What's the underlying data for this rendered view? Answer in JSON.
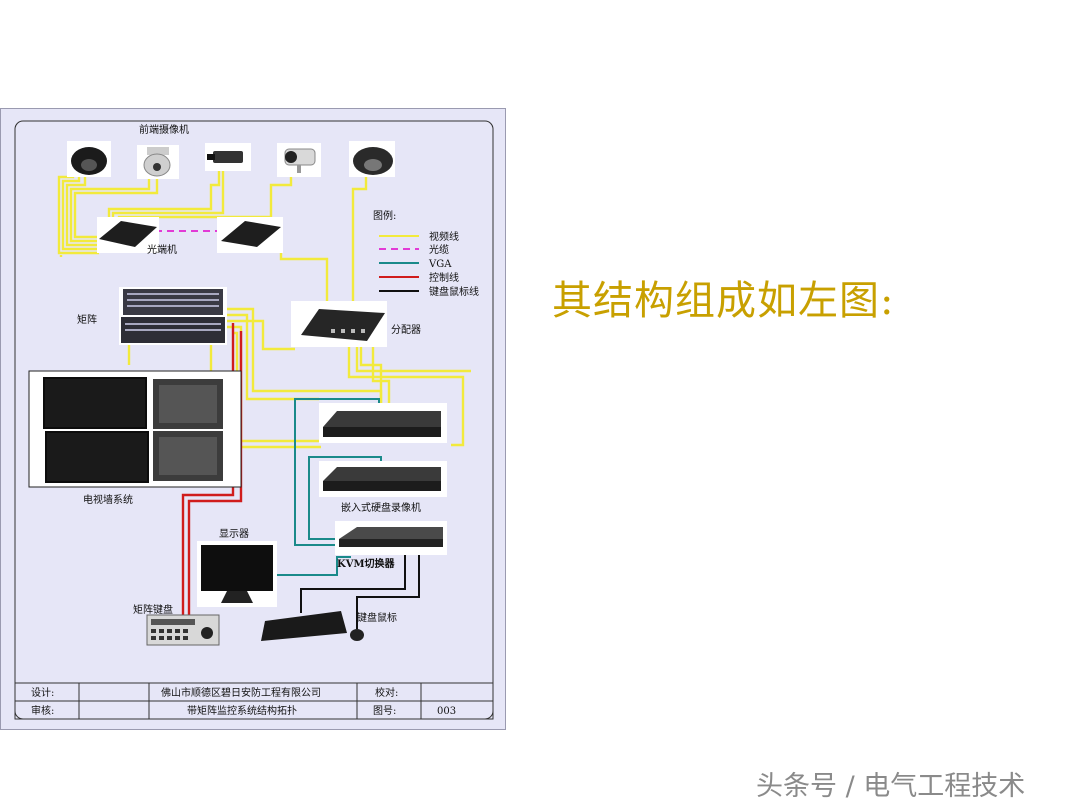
{
  "diagram": {
    "labels": {
      "front_cameras": "前端摄像机",
      "optical_transceiver": "光端机",
      "matrix": "矩阵",
      "distributor": "分配器",
      "tv_wall": "电视墙系统",
      "dvr": "嵌入式硬盘录像机",
      "monitor": "显示器",
      "kvm": "KVM切换器",
      "matrix_keyboard": "矩阵键盘",
      "keyboard_mouse": "键盘鼠标"
    },
    "legend": {
      "title": "图例:",
      "items": [
        {
          "label": "视频线",
          "color": "#f2ea3c",
          "style": "solid"
        },
        {
          "label": "光缆",
          "color": "#e23ad6",
          "style": "dashed"
        },
        {
          "label": "VGA",
          "color": "#1a8a8a",
          "style": "solid"
        },
        {
          "label": "控制线",
          "color": "#d01c1c",
          "style": "solid"
        },
        {
          "label": "键盘鼠标线",
          "color": "#111111",
          "style": "solid"
        }
      ]
    },
    "title_block": {
      "design_label": "设计:",
      "company": "佛山市顺德区碧日安防工程有限公司",
      "check_label": "校对:",
      "review_label": "审核:",
      "drawing_title": "带矩阵监控系统结构拓扑",
      "drawing_no_label": "图号:",
      "drawing_no": "003"
    }
  },
  "caption": "其结构组成如左图:",
  "watermark": "头条号 / 电气工程技术"
}
